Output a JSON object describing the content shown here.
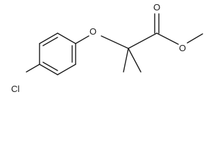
{
  "structure": {
    "atoms": {
      "carbonyl_oxygen": "O",
      "ether_oxygen": "O",
      "ester_oxygen": "O",
      "chlorine": "Cl"
    }
  }
}
